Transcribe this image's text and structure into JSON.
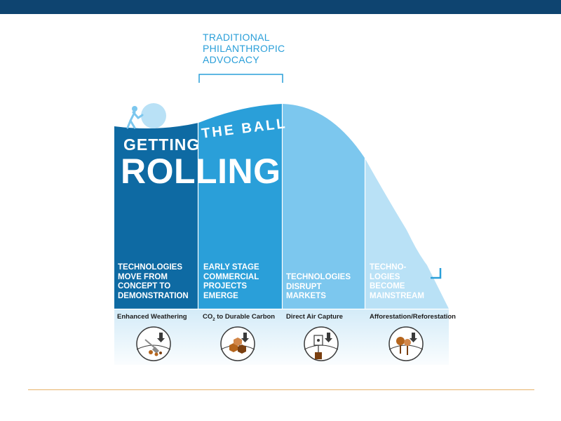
{
  "header": {
    "bar_color": "#0e4470"
  },
  "title": {
    "line1": "GETTING",
    "line2": "ROLLING",
    "curved": "THE BALL"
  },
  "bracket_label": [
    "TRADITIONAL",
    "PHILANTHROPIC",
    "ADVOCACY"
  ],
  "stages": [
    {
      "lines": [
        "TECHNOLOGIES",
        "MOVE FROM",
        "CONCEPT TO",
        "DEMONSTRATION"
      ],
      "color": "#0e6aa3"
    },
    {
      "lines": [
        "EARLY STAGE",
        "COMMERCIAL",
        "PROJECTS",
        "EMERGE"
      ],
      "color": "#2a9fd9"
    },
    {
      "lines": [
        "TECHNOLOGIES",
        "DISRUPT",
        "MARKETS"
      ],
      "color": "#7cc7ee"
    },
    {
      "lines": [
        "TECHNO-",
        "LOGIES",
        "BECOME",
        "MAINSTREAM"
      ],
      "color": "#b9e1f6"
    }
  ],
  "technologies": [
    {
      "pre": "Enhanced Weathering",
      "sub": "",
      "post": "",
      "icon": "weathering-icon"
    },
    {
      "pre": "CO",
      "sub": "2",
      "post": " to Durable Carbon",
      "icon": "durable-carbon-icon"
    },
    {
      "pre": "Direct Air Capture",
      "sub": "",
      "post": "",
      "icon": "direct-air-capture-icon"
    },
    {
      "pre": "Afforestation/Reforestation",
      "sub": "",
      "post": "",
      "icon": "reforestation-icon"
    }
  ],
  "colors": {
    "accent_rule": "#e8b36a",
    "icon_brown": "#b5651d",
    "bracket_blue": "#2a9fd9"
  }
}
